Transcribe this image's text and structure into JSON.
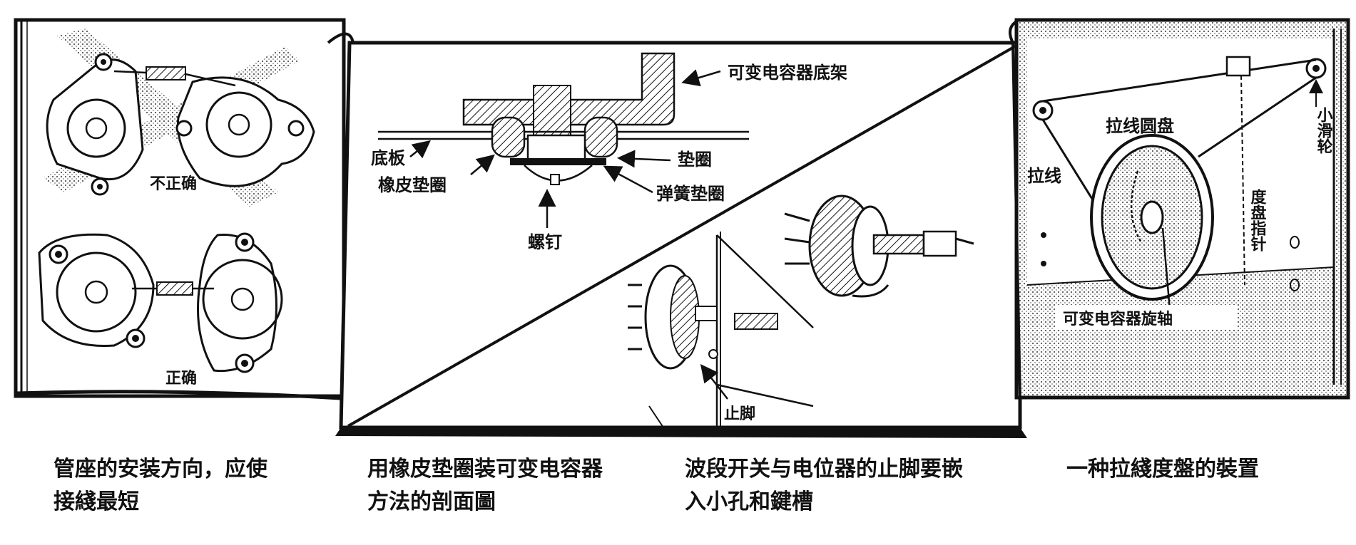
{
  "panels": [
    {
      "id": "socket",
      "labels": {
        "incorrect": "不正确",
        "correct": "正确"
      },
      "caption": "管座的安装方向，应使\n接綫最短"
    },
    {
      "id": "capacitor",
      "labels": {
        "frame": "可变电容器底架",
        "base_plate": "底板",
        "washer": "垫圈",
        "rubber_washer": "橡皮垫圈",
        "spring_washer": "弹簧垫圈",
        "screw": "螺钉",
        "stop_foot": "止脚"
      },
      "caption": "用橡皮垫圈装可变电容器\n方法的剖面圖"
    },
    {
      "id": "switch",
      "caption": "波段开关与电位器的止脚要嵌\n入小孔和鍵槽"
    },
    {
      "id": "dial",
      "labels": {
        "pulley": "小滑轮",
        "drum": "拉线圆盘",
        "cord": "拉线",
        "pointer": "度盘指针",
        "shaft": "可变电容器旋轴"
      },
      "caption": "一种拉綫度盤的裝置"
    }
  ]
}
